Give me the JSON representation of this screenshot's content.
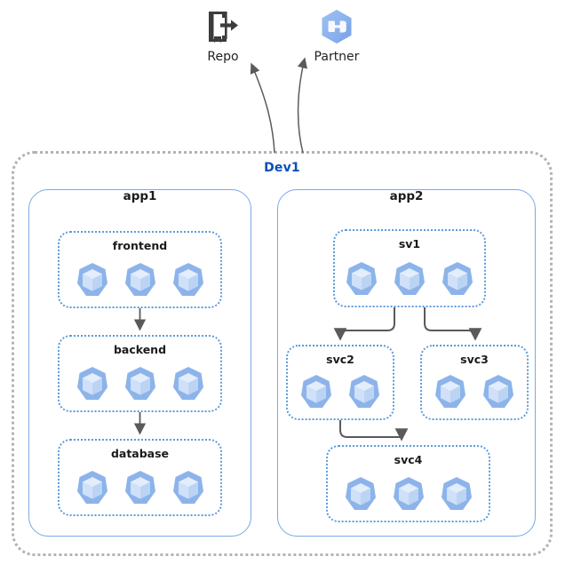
{
  "diagram": {
    "title": "Dev1",
    "namespace_label": "Dev1",
    "colors": {
      "namespace_border": "#b3b3b3",
      "namespace_label": "#0a4fb5",
      "app_border": "#7aa9e6",
      "service_border": "#5b9bdd",
      "pod_fill": "#8cb4ea",
      "pod_inner": "#c6daf6",
      "arrow": "#5a5a5a",
      "repo_icon": "#3c3c3c",
      "partner_icon": "#8ab0ef",
      "text": "#1b1b1b"
    }
  },
  "external_nodes": [
    {
      "id": "repo",
      "label": "Repo",
      "icon": "repo-icon"
    },
    {
      "id": "partner",
      "label": "Partner",
      "icon": "partner-hexagon-icon"
    }
  ],
  "namespace": {
    "label": "Dev1",
    "applications": [
      {
        "id": "app1",
        "label": "app1",
        "services": [
          {
            "id": "frontend",
            "label": "frontend",
            "pod_count": 3,
            "pods": [
              "pod",
              "pod",
              "pod"
            ]
          },
          {
            "id": "backend",
            "label": "backend",
            "pod_count": 3,
            "pods": [
              "pod",
              "pod",
              "pod"
            ]
          },
          {
            "id": "database",
            "label": "database",
            "pod_count": 3,
            "pods": [
              "pod",
              "pod",
              "pod"
            ]
          }
        ]
      },
      {
        "id": "app2",
        "label": "app2",
        "services": [
          {
            "id": "sv1",
            "label": "sv1",
            "pod_count": 3,
            "pods": [
              "pod",
              "pod",
              "pod"
            ]
          },
          {
            "id": "svc2",
            "label": "svc2",
            "pod_count": 2,
            "pods": [
              "pod",
              "pod"
            ]
          },
          {
            "id": "svc3",
            "label": "svc3",
            "pod_count": 2,
            "pods": [
              "pod",
              "pod"
            ]
          },
          {
            "id": "svc4",
            "label": "svc4",
            "pod_count": 3,
            "pods": [
              "pod",
              "pod",
              "pod"
            ]
          }
        ]
      }
    ]
  },
  "edges": [
    {
      "id": "e1",
      "from": "frontend",
      "to": "backend",
      "style": "straight"
    },
    {
      "id": "e2",
      "from": "backend",
      "to": "database",
      "style": "straight"
    },
    {
      "id": "e3",
      "from": "sv1",
      "to": "svc2",
      "style": "elbow"
    },
    {
      "id": "e4",
      "from": "sv1",
      "to": "svc3",
      "style": "elbow"
    },
    {
      "id": "e5",
      "from": "svc2",
      "to": "svc4",
      "style": "elbow"
    },
    {
      "id": "e6",
      "from": "Dev1",
      "to": "repo",
      "style": "curve"
    },
    {
      "id": "e7",
      "from": "Dev1",
      "to": "partner",
      "style": "curve"
    }
  ]
}
